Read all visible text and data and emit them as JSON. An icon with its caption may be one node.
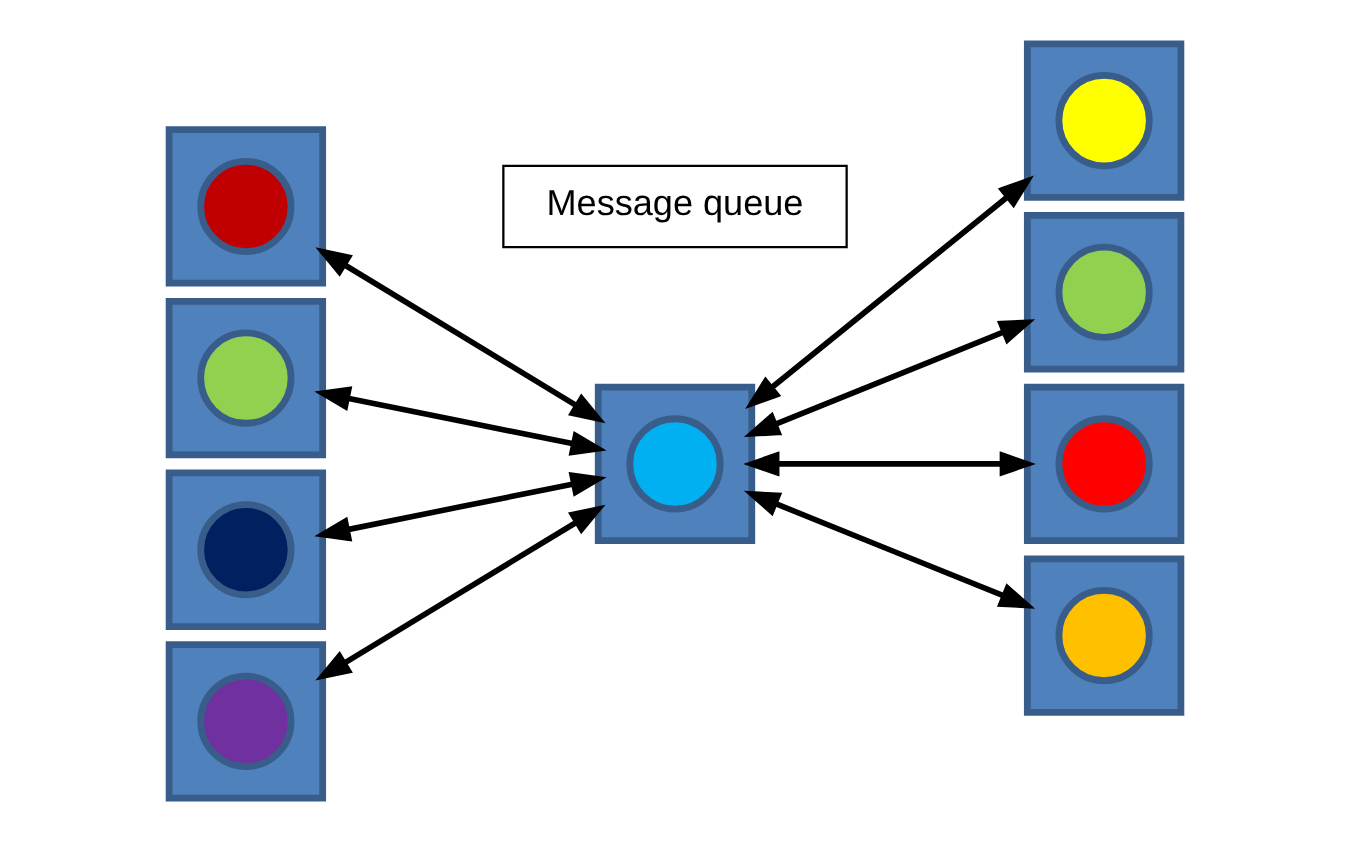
{
  "diagram": {
    "nodes": [
      {
        "text": [
          "Message queue"
        ]
      },
      {
        "text": [],
        "shape": "box"
      },
      {
        "text": [],
        "shape": "circle",
        "in": 1
      },
      {
        "text": [],
        "shape": "box"
      },
      {
        "text": [],
        "shape": "circle",
        "in": 3
      },
      {
        "text": [],
        "shape": "box"
      },
      {
        "text": [],
        "shape": "circle",
        "in": 5
      },
      {
        "text": [],
        "shape": "box"
      },
      {
        "text": [],
        "shape": "circle",
        "in": 7
      },
      {
        "text": [],
        "shape": "box"
      },
      {
        "text": [],
        "shape": "circle",
        "in": 9
      },
      {
        "text": [],
        "shape": "box"
      },
      {
        "text": [],
        "shape": "circle",
        "in": 11
      },
      {
        "text": [],
        "shape": "box"
      },
      {
        "text": [],
        "shape": "circle",
        "in": 13
      },
      {
        "text": [],
        "shape": "box"
      },
      {
        "text": [],
        "shape": "circle",
        "in": 15
      },
      {
        "text": [],
        "shape": "box"
      },
      {
        "text": [],
        "shape": "circle",
        "in": 17
      }
    ],
    "edges": [
      {
        "from": 1,
        "to": 9,
        "arrow": "both"
      },
      {
        "from": 3,
        "to": 9,
        "arrow": "both"
      },
      {
        "from": 5,
        "to": 9,
        "arrow": "both"
      },
      {
        "from": 7,
        "to": 9,
        "arrow": "both"
      },
      {
        "from": 9,
        "to": 11,
        "arrow": "both"
      },
      {
        "from": 9,
        "to": 13,
        "arrow": "both"
      },
      {
        "from": 9,
        "to": 15,
        "arrow": "both"
      },
      {
        "from": 9,
        "to": 17,
        "arrow": "both"
      }
    ]
  }
}
